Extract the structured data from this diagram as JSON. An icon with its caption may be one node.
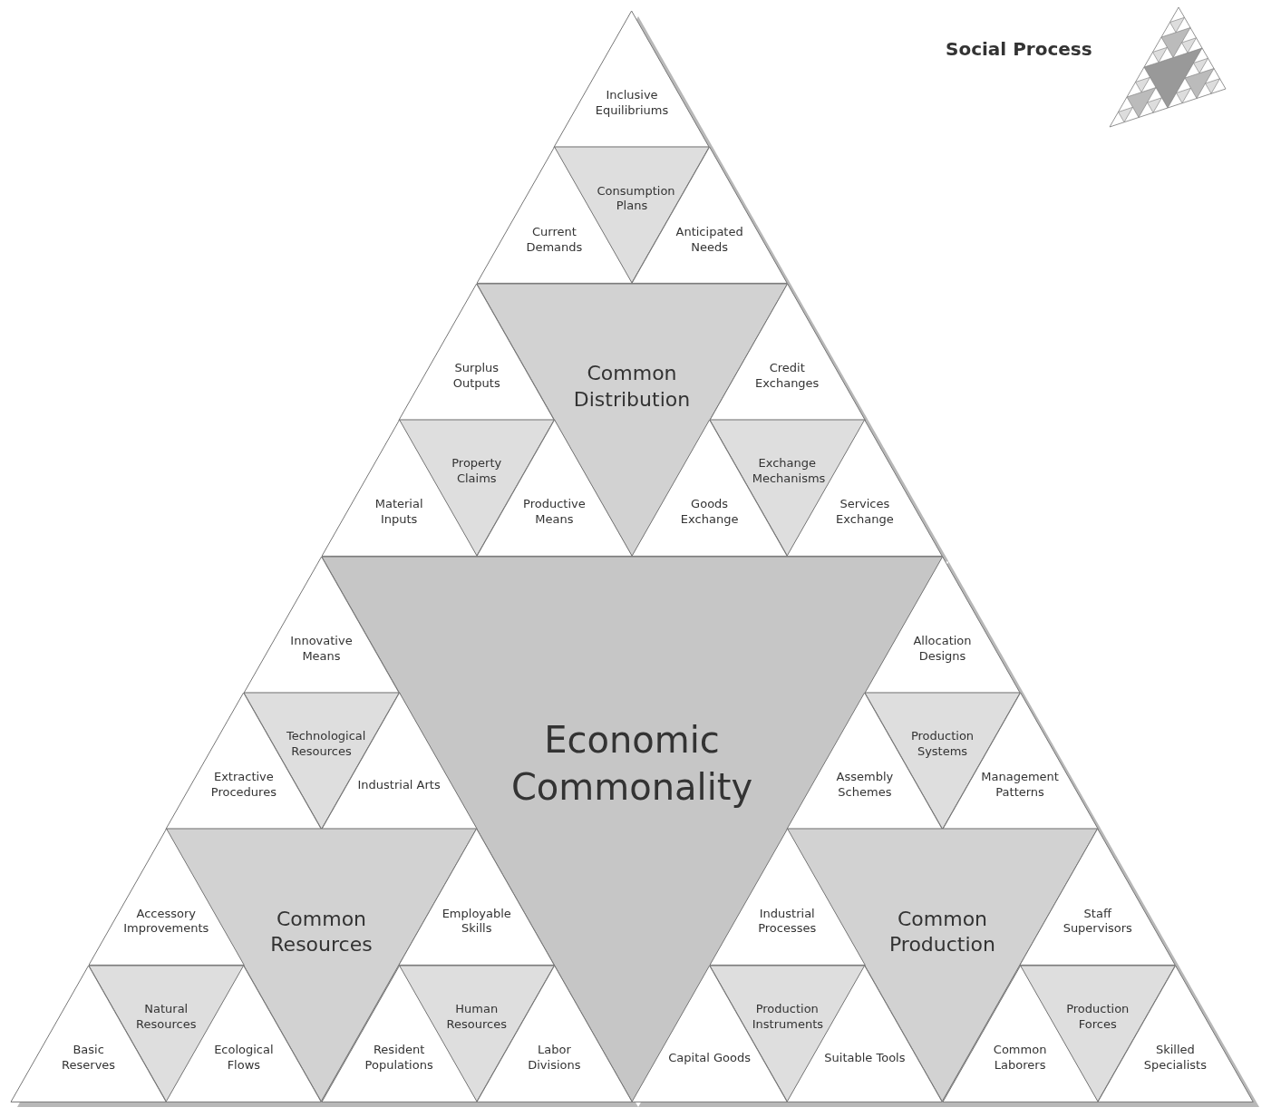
{
  "diagram": {
    "nodes": [
      {
        "text": [
          "Inclusive Equilibriums"
        ]
      },
      {
        "text": [
          "Consumption Plans"
        ]
      },
      {
        "text": [
          "Current Demands"
        ]
      },
      {
        "text": [
          "Anticipated Needs"
        ]
      },
      {
        "text": [
          "Common Distribution"
        ]
      },
      {
        "text": [
          "Surplus Outputs"
        ]
      },
      {
        "text": [
          "Credit Exchanges"
        ]
      },
      {
        "text": [
          "Property Claims"
        ]
      },
      {
        "text": [
          "Exchange Mechanisms"
        ]
      },
      {
        "text": [
          "Material Inputs"
        ]
      },
      {
        "text": [
          "Productive Means"
        ]
      },
      {
        "text": [
          "Goods Exchange"
        ]
      },
      {
        "text": [
          "Services Exchange"
        ]
      },
      {
        "text": [
          "Economic Commonality"
        ]
      },
      {
        "text": [
          "Innovative Means"
        ]
      },
      {
        "text": [
          "Technological Resources"
        ]
      },
      {
        "text": [
          "Extractive Procedures"
        ]
      },
      {
        "text": [
          "Industrial Arts"
        ]
      },
      {
        "text": [
          "Common Resources"
        ]
      },
      {
        "text": [
          "Accessory Improvements"
        ]
      },
      {
        "text": [
          "Employable Skills"
        ]
      },
      {
        "text": [
          "Natural Resources"
        ]
      },
      {
        "text": [
          "Human Resources"
        ]
      },
      {
        "text": [
          "Basic Reserves"
        ]
      },
      {
        "text": [
          "Ecological Flows"
        ]
      },
      {
        "text": [
          "Resident Populations"
        ]
      },
      {
        "text": [
          "Labor Divisions"
        ]
      },
      {
        "text": [
          "Allocation Designs"
        ]
      },
      {
        "text": [
          "Production Systems"
        ]
      },
      {
        "text": [
          "Assembly Schemes"
        ]
      },
      {
        "text": [
          "Management Patterns"
        ]
      },
      {
        "text": [
          "Common Production"
        ]
      },
      {
        "text": [
          "Industrial Processes"
        ]
      },
      {
        "text": [
          "Staff Supervisors"
        ]
      },
      {
        "text": [
          "Production Instruments"
        ]
      },
      {
        "text": [
          "Production Forces"
        ]
      },
      {
        "text": [
          "Capital Goods"
        ]
      },
      {
        "text": [
          "Suitable Tools"
        ]
      },
      {
        "text": [
          "Common Laborers"
        ]
      },
      {
        "text": [
          "Skilled Specialists"
        ]
      }
    ],
    "edges": [],
    "labels": [
      "Social Process"
    ]
  }
}
